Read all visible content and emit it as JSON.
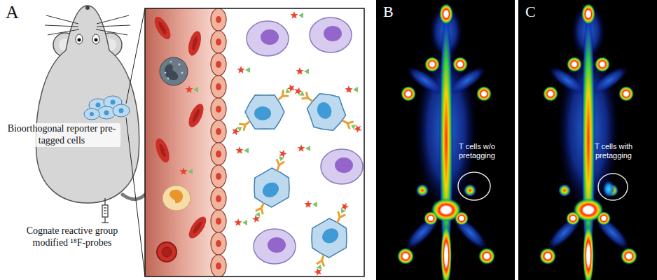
{
  "diagram": {
    "nodes": [
      {
        "text": [
          "B",
          "T cells w/o pretagging"
        ]
      },
      {
        "text": [
          "C",
          "T cells with pretagging"
        ]
      }
    ],
    "labels": [
      "A",
      "Bioorthogonal reporter pre-tagged cells",
      "Cognate reactive group modified ¹⁸F-probes"
    ]
  }
}
